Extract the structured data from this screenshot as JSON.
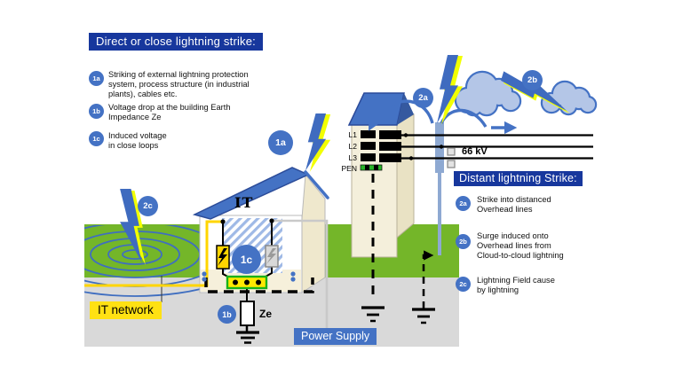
{
  "left_panel": {
    "title": "Direct or close lightning strike:",
    "items": [
      {
        "id": "1a",
        "text": "Striking  of external lightning  protection\nsystem, process structure (in  industrial\nplants), cables etc."
      },
      {
        "id": "1b",
        "text": "Voltage drop at the building  Earth\nImpedance Ze"
      },
      {
        "id": "1c",
        "text": "Induced voltage\nin close loops"
      }
    ]
  },
  "right_panel": {
    "title": "Distant lightning Strike:",
    "items": [
      {
        "id": "2a",
        "text": "Strike  into  distanced\nOverhead lines"
      },
      {
        "id": "2b",
        "text": "Surge induced  onto\nOverhead lines  from\nCloud-to-cloud  lightning"
      },
      {
        "id": "2c",
        "text": "Lightning  Field  cause\nby lightning"
      }
    ]
  },
  "diagram": {
    "conductor_labels": [
      "L1",
      "L2",
      "L3",
      "PEN"
    ],
    "voltage_label": "66 kV",
    "it_label": "IT",
    "it_network_label": "IT network",
    "earth_impedance_label": "Ze",
    "power_supply_label": "Power Supply",
    "markers": {
      "house_strike": "1a",
      "earth_impedance": "1b",
      "induced_loop": "1c",
      "pole_strike": "2a",
      "cloud_lightning": "2b",
      "lightning_field": "2c"
    }
  },
  "colors": {
    "accent_blue": "#4472c4",
    "navy_title": "#17379d",
    "grass_green": "#74b629",
    "ground_gray": "#d9d9d9",
    "bolt_yellow": "#f2ff00",
    "wire_yellow": "#ffd500",
    "cloud_fill": "#b4c6e7"
  }
}
